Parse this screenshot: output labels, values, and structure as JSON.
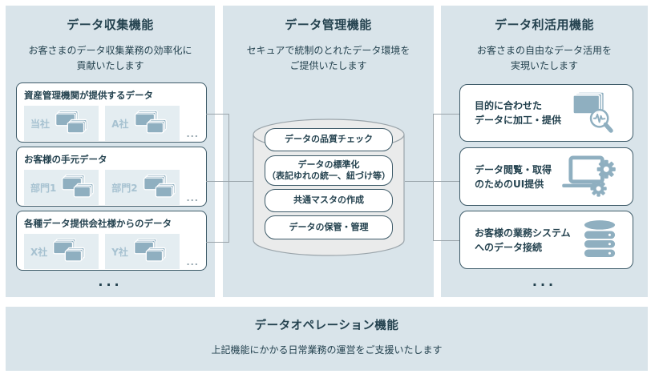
{
  "colors": {
    "panel_bg": "#d9e4ea",
    "box_border": "#3e5b69",
    "text_dark": "#24424f",
    "tile_bg": "#e4edf1",
    "tile_label": "#a7c2d1",
    "icon": "#8fafc0",
    "cyl_fill": "#eaebeb",
    "cyl_stroke": "#9aa4aa",
    "line": "#9aa4aa"
  },
  "collection": {
    "title": "データ収集機能",
    "subtitle": "お客さまのデータ収集業務の効率化に\n貢献いたします",
    "groups": [
      {
        "title": "資産管理機関が提供するデータ",
        "tiles": [
          "当社",
          "A社"
        ],
        "more": "..."
      },
      {
        "title": "お客様の手元データ",
        "tiles": [
          "部門1",
          "部門2"
        ],
        "more": "..."
      },
      {
        "title": "各種データ提供会社様からのデータ",
        "tiles": [
          "X社",
          "Y社"
        ],
        "more": "..."
      }
    ],
    "more": "..."
  },
  "management": {
    "title": "データ管理機能",
    "subtitle": "セキュアで統制のとれたデータ環境を\nご提供いたします",
    "items": [
      "データの品質チェック",
      "データの標準化\n（表記ゆれの統一、紐づけ等）",
      "共通マスタの作成",
      "データの保管・管理"
    ]
  },
  "utilization": {
    "title": "データ利活用機能",
    "subtitle": "お客さまの自由なデータ活用を\n実現いたします",
    "boxes": [
      {
        "label": "目的に合わせた\nデータに加工・提供",
        "icon": "documents-magnifier-icon"
      },
      {
        "label": "データ閲覧・取得\nのためのUI提供",
        "icon": "laptop-gears-icon"
      },
      {
        "label": "お客様の業務システム\nへのデータ接続",
        "icon": "database-icon"
      }
    ],
    "more": "..."
  },
  "operation": {
    "title": "データオペレーション機能",
    "subtitle": "上記機能にかかる日常業務の運営をご支援いたします"
  }
}
